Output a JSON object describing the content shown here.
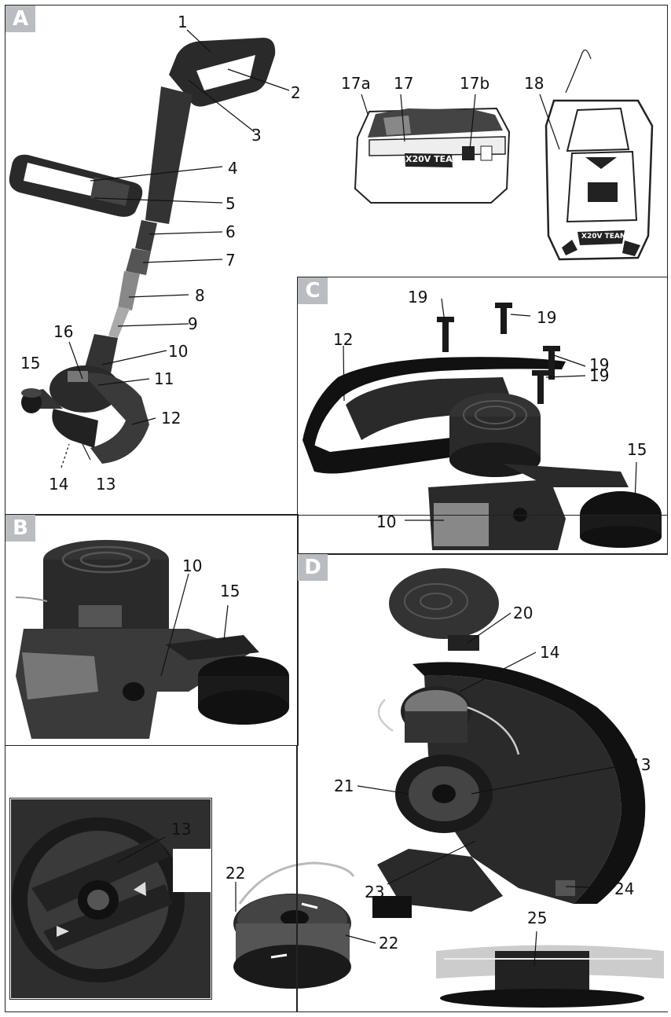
{
  "panels": {
    "a": {
      "badge": "A"
    },
    "b": {
      "badge": "B"
    },
    "c": {
      "badge": "C"
    },
    "d": {
      "badge": "D"
    }
  },
  "brand_logo_text": "X20V TEAM",
  "labels_a": [
    "1",
    "2",
    "3",
    "4",
    "5",
    "6",
    "7",
    "8",
    "9",
    "10",
    "11",
    "12",
    "13",
    "14",
    "15",
    "16",
    "17a",
    "17",
    "17b",
    "18"
  ],
  "labels_b": [
    "10",
    "15"
  ],
  "labels_c": [
    "12",
    "19",
    "19",
    "19",
    "19",
    "15",
    "10"
  ],
  "labels_d": [
    "20",
    "14",
    "13",
    "21",
    "23",
    "24",
    "25"
  ],
  "labels_e": [
    "13",
    "22",
    "22"
  ]
}
